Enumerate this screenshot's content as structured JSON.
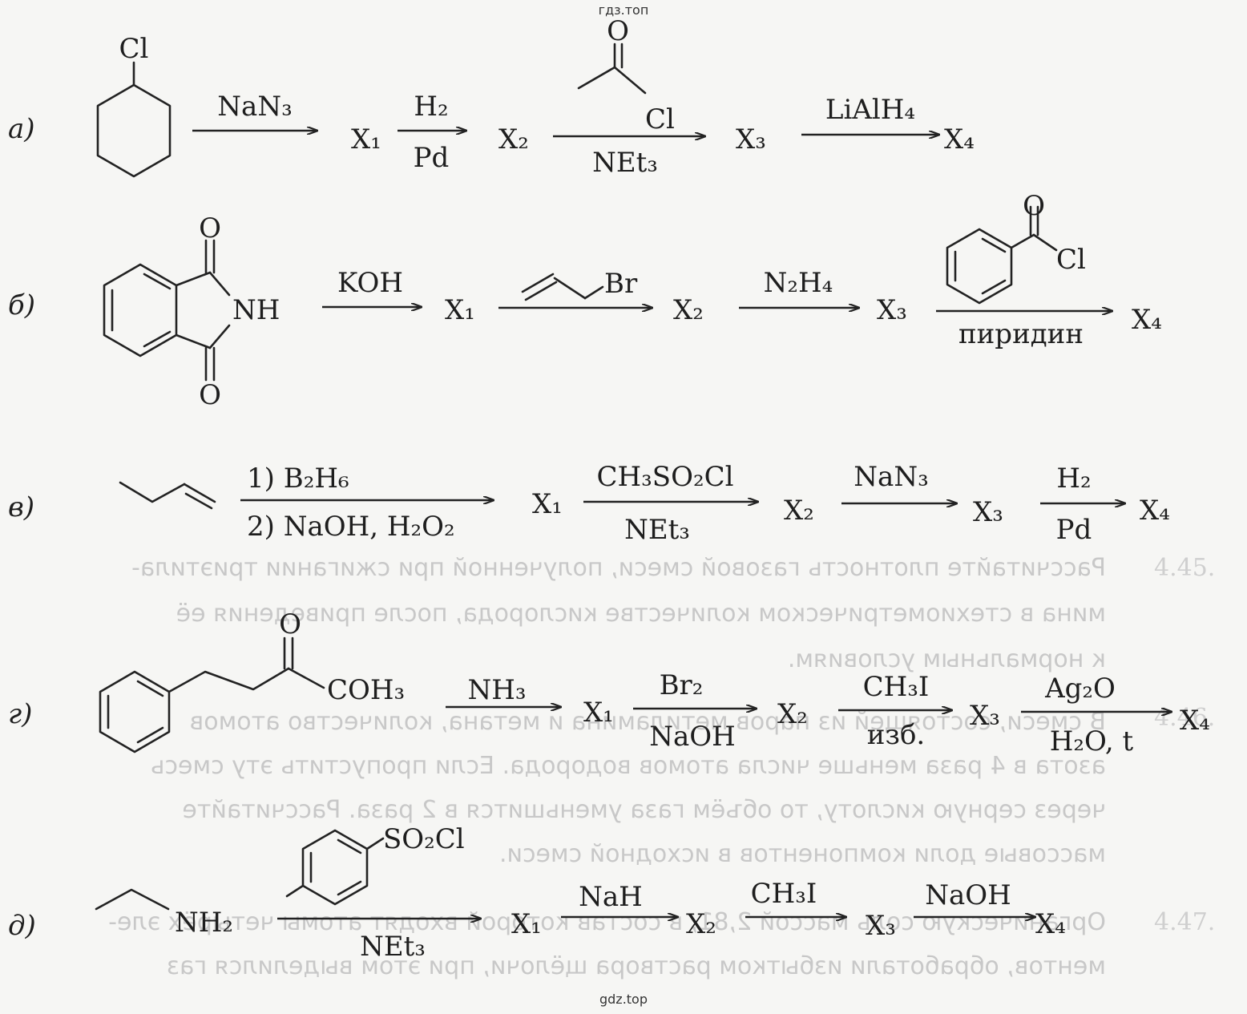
{
  "watermark_top": "гдз.топ",
  "watermark_bottom": "gdz.top",
  "background_text": [
    "4.45.",
    "Рассчитайте плотность газовой смеси, полученной при сжигании триэтила-",
    "мина в стехиометрическом количестве кислорода, после приведения её",
    "к нормальным условиям.",
    "4.46.",
    "В смеси, состоящей из паров метиламина и метана, количество атомов",
    "азота в 4 раза меньше числа атомов водорода. Если пропустить эту смесь",
    "через серную кислоту, то объём газа уменьшится в 2 раза. Рассчитайте",
    "массовые доли компонентов в исходной смеси.",
    "4.47.",
    "Органическую соль массой 2,81, в состав которой входят атомы четырёх эле-",
    "ментов, обработали избытком раствора щёлочи, при этом выделился газ"
  ],
  "colors": {
    "ink": "#1e1e1e",
    "ghost": "#c8c8c8",
    "paper": "#f6f6f4"
  },
  "schemes": [
    {
      "label": "а)",
      "substituent": "Cl",
      "steps": [
        {
          "above": "NaN₃",
          "below": "",
          "product": "X₁"
        },
        {
          "above": "H₂",
          "below": "Pd",
          "product": "X₂"
        },
        {
          "above": "Cl",
          "below": "NEt₃",
          "product": "X₃",
          "reagent_atom": "O"
        },
        {
          "above": "LiAlH₄",
          "below": "",
          "product": "X₄"
        }
      ]
    },
    {
      "label": "б)",
      "imide_atoms": [
        "O",
        "NH",
        "O"
      ],
      "steps": [
        {
          "above": "KOH",
          "below": "",
          "product": "X₁"
        },
        {
          "above": "Br",
          "below": "",
          "product": "X₂"
        },
        {
          "above": "N₂H₄",
          "below": "",
          "product": "X₃"
        },
        {
          "above": "Cl",
          "below": "пиридин",
          "product": "X₄",
          "reagent_atom": "O"
        }
      ]
    },
    {
      "label": "в)",
      "steps": [
        {
          "above": "1) B₂H₆",
          "below": "2) NaOH, H₂O₂",
          "product": "X₁"
        },
        {
          "above": "CH₃SO₂Cl",
          "below": "NEt₃",
          "product": "X₂"
        },
        {
          "above": "NaN₃",
          "below": "",
          "product": "X₃"
        },
        {
          "above": "H₂",
          "below": "Pd",
          "product": "X₄"
        }
      ]
    },
    {
      "label": "г)",
      "keto_atom": "O",
      "group": "COH₃",
      "steps": [
        {
          "above": "NH₃",
          "below": "",
          "product": "X₁"
        },
        {
          "above": "Br₂",
          "below": "NaOH",
          "product": "X₂"
        },
        {
          "above": "CH₃I",
          "below": "изб.",
          "product": "X₃"
        },
        {
          "above": "Ag₂O",
          "below": "H₂O, t",
          "product": "X₄"
        }
      ]
    },
    {
      "label": "д)",
      "amine": "NH₂",
      "steps": [
        {
          "above": "SO₂Cl",
          "below": "NEt₃",
          "product": "X₁"
        },
        {
          "above": "NaH",
          "below": "",
          "product": "X₂"
        },
        {
          "above": "CH₃I",
          "below": "",
          "product": "X₃"
        },
        {
          "above": "NaOH",
          "below": "",
          "product": "X₄"
        }
      ]
    }
  ]
}
